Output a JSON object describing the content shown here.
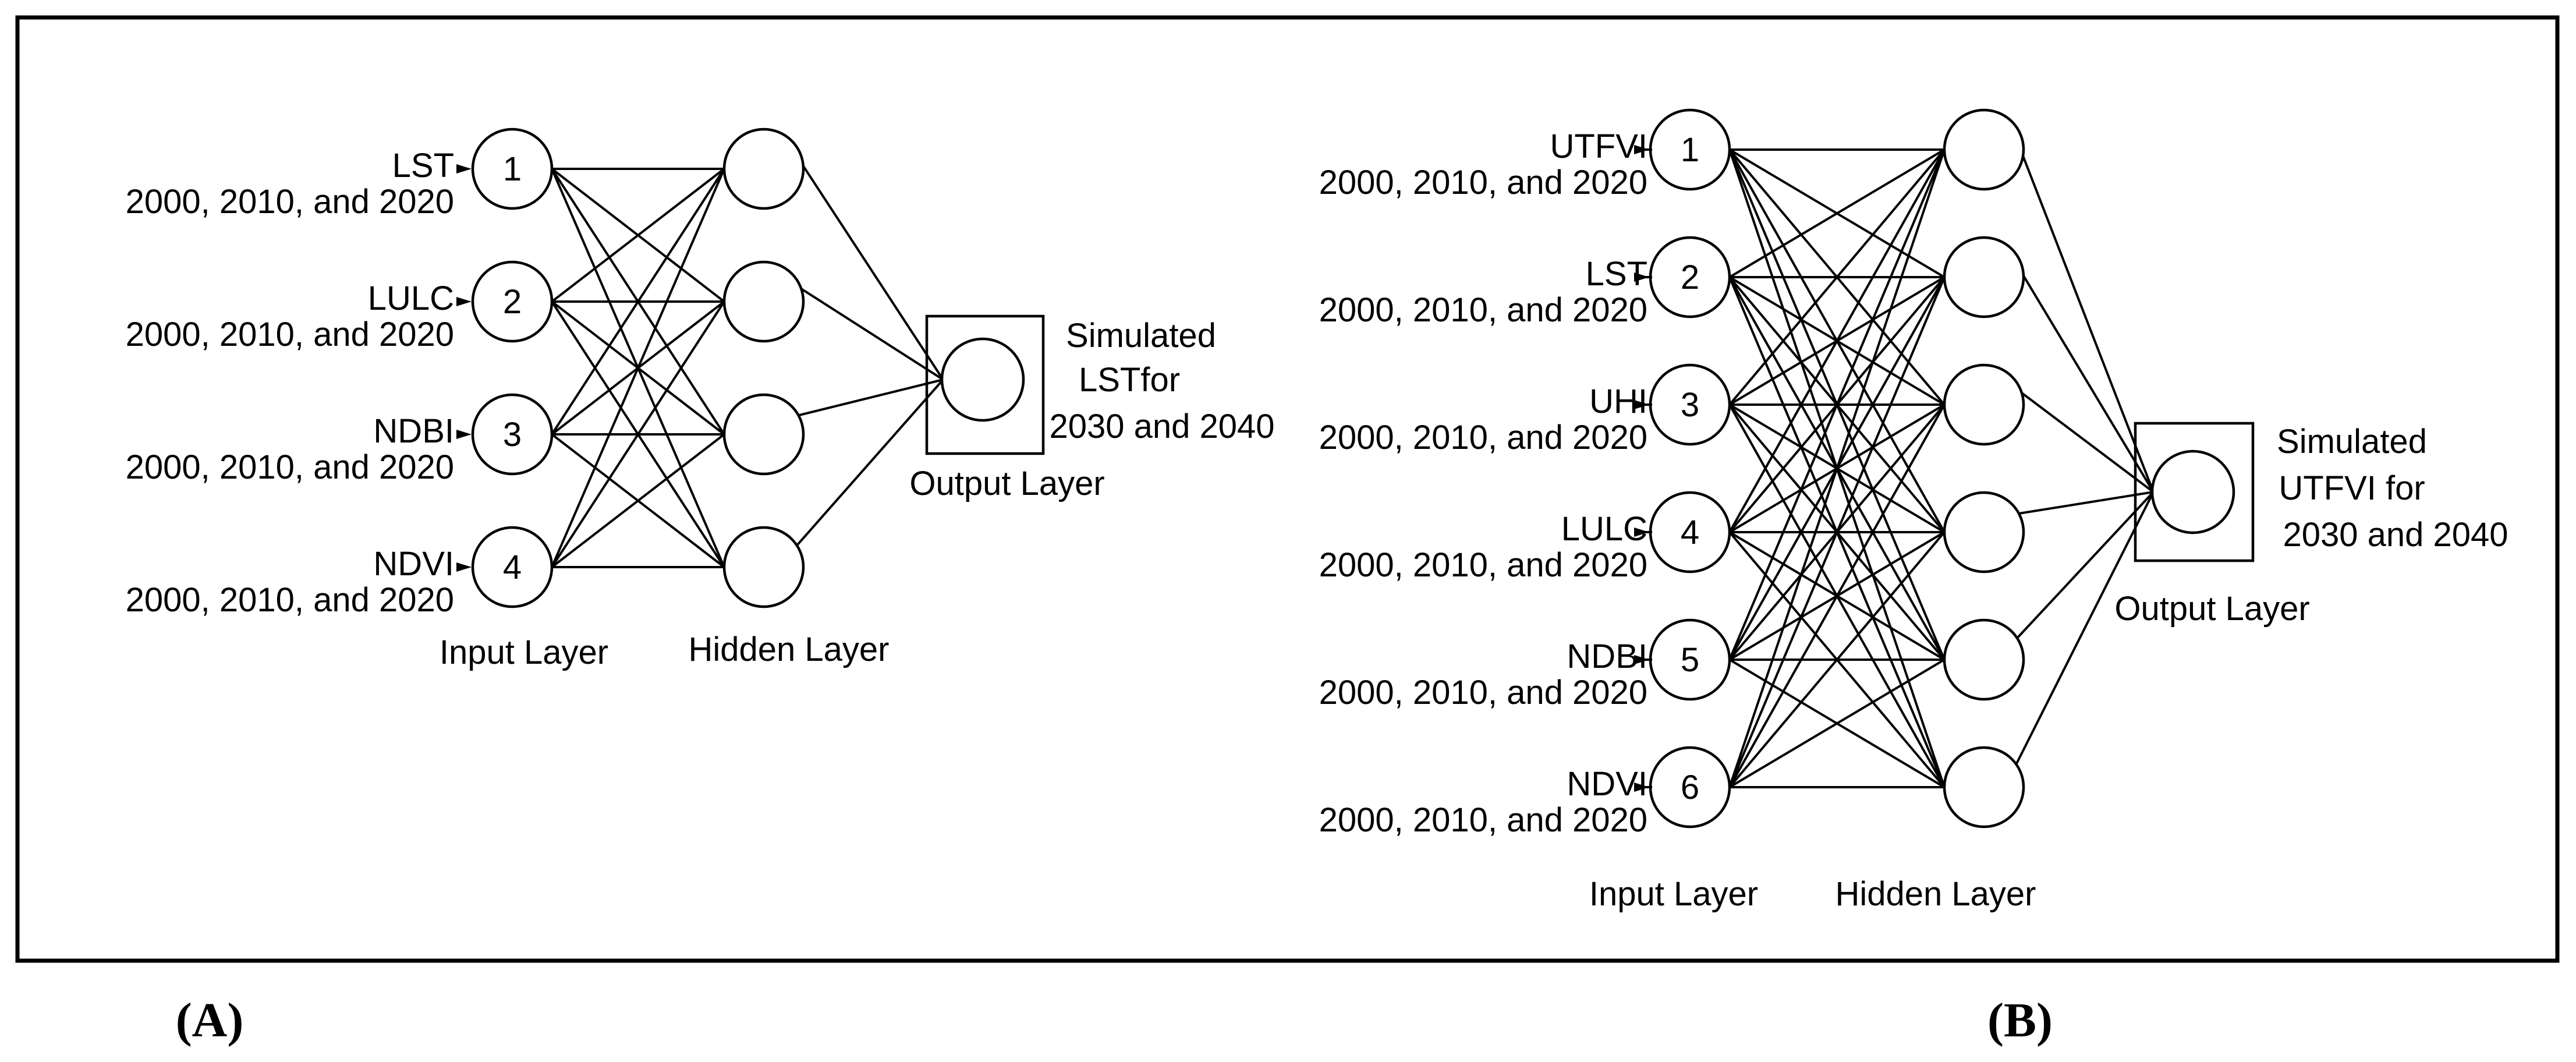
{
  "panels": [
    {
      "id": "A",
      "caption": "(A)",
      "inputs": [
        {
          "index": "1",
          "name": "LST",
          "years": "2000, 2010, and 2020"
        },
        {
          "index": "2",
          "name": "LULC",
          "years": "2000, 2010, and 2020"
        },
        {
          "index": "3",
          "name": "NDBI",
          "years": "2000, 2010, and 2020"
        },
        {
          "index": "4",
          "name": "NDVI",
          "years": "2000, 2010, and 2020"
        }
      ],
      "hidden_node_count": 4,
      "input_layer_label": "Input Layer",
      "hidden_layer_label": "Hidden Layer",
      "output_layer_label": "Output Layer",
      "output_text": [
        "Simulated",
        "LSTfor",
        "2030 and 2040"
      ]
    },
    {
      "id": "B",
      "caption": "(B)",
      "inputs": [
        {
          "index": "1",
          "name": "UTFVI",
          "years": "2000, 2010, and 2020"
        },
        {
          "index": "2",
          "name": "LST",
          "years": "2000, 2010, and 2020"
        },
        {
          "index": "3",
          "name": "UHI",
          "years": "2000, 2010, and 2020"
        },
        {
          "index": "4",
          "name": "LULC",
          "years": "2000, 2010, and 2020"
        },
        {
          "index": "5",
          "name": "NDBI",
          "years": "2000, 2010, and 2020"
        },
        {
          "index": "6",
          "name": "NDVI",
          "years": "2000, 2010, and 2020"
        }
      ],
      "hidden_node_count": 6,
      "input_layer_label": "Input Layer",
      "hidden_layer_label": "Hidden Layer",
      "output_layer_label": "Output Layer",
      "output_text": [
        "Simulated",
        "UTFVI  for",
        "2030 and 2040"
      ]
    }
  ]
}
